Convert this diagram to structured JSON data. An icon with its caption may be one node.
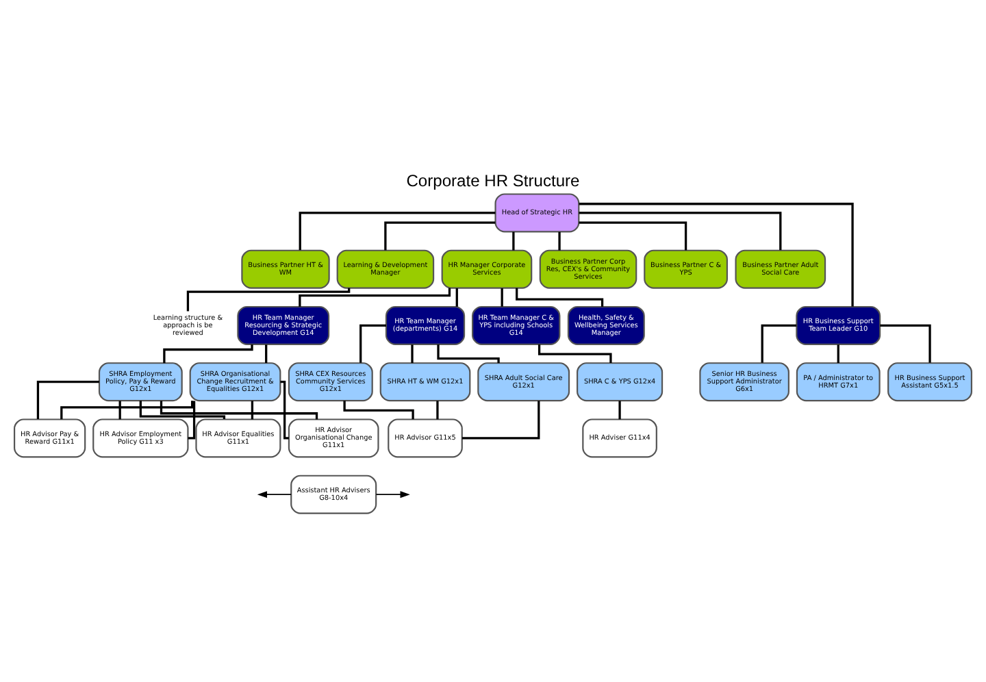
{
  "diagram": {
    "title": "Corporate HR Structure",
    "nodes": [
      {
        "text": [
          "Head of Strategic HR"
        ]
      },
      {
        "text": [
          "Learning & Development Manager"
        ]
      },
      {
        "text": [
          "HR Manager Corporate Services"
        ]
      },
      {
        "text": [
          "Business Partner Corp Res, CEX's & Community Services"
        ]
      },
      {
        "text": [
          "Business Partner HT & WM"
        ]
      },
      {
        "text": [
          "Business Partner C & YPS"
        ]
      },
      {
        "text": [
          "Business Partner Adult Social Care"
        ]
      },
      {
        "text": [
          "Learning structure & approach is be reviewed"
        ]
      },
      {
        "text": [
          "HR Team Manager Resourcing & Strategic Development G14"
        ]
      },
      {
        "text": [
          "HR Team Manager (departments) G14"
        ]
      },
      {
        "text": [
          "HR Team Manager C & YPS including Schools G14"
        ]
      },
      {
        "text": [
          "Health, Safety & Wellbeing Services Manager"
        ]
      },
      {
        "text": [
          "HR Business Support Team Leader G10"
        ]
      },
      {
        "text": [
          "SHRA Employment Policy, Pay & Reward G12x1"
        ]
      },
      {
        "text": [
          "SHRA Organisational Change Recruitment & Equalities G12x1"
        ]
      },
      {
        "text": [
          "SHRA CEX Resources Community Services G12x1"
        ]
      },
      {
        "text": [
          "SHRA HT & WM G12x1"
        ]
      },
      {
        "text": [
          "SHRA Adult Social Care G12x1"
        ]
      },
      {
        "text": [
          "SHRA C & YPS G12x4"
        ]
      },
      {
        "text": [
          "Senior HR Business Support Administrator G6x1"
        ]
      },
      {
        "text": [
          "PA / Administrator to HRMT G7x1"
        ]
      },
      {
        "text": [
          "HR Business Support Assistant G5x1.5"
        ]
      },
      {
        "text": [
          "HR Advisor Pay & Reward G11x1"
        ]
      },
      {
        "text": [
          "HR Advisor Employment Policy G11 x3"
        ]
      },
      {
        "text": [
          "HR Advisor Equalities G11x1"
        ]
      },
      {
        "text": [
          "HR Advisor Organisational Change G11x1"
        ]
      },
      {
        "text": [
          "HR Advisor G11x5"
        ]
      },
      {
        "text": [
          "HR Adviser G11x4"
        ]
      },
      {
        "text": [
          "Assistant HR Advisers G8-10x4"
        ]
      }
    ],
    "edges": [
      {
        "from": 0,
        "to": 1,
        "arrow": "none"
      },
      {
        "from": 0,
        "to": 2,
        "arrow": "none"
      },
      {
        "from": 0,
        "to": 3,
        "arrow": "none"
      },
      {
        "from": 0,
        "to": 4,
        "arrow": "none"
      },
      {
        "from": 0,
        "to": 5,
        "arrow": "none"
      },
      {
        "from": 0,
        "to": 6,
        "arrow": "none"
      },
      {
        "from": 0,
        "to": 12,
        "arrow": "none"
      },
      {
        "from": 1,
        "to": 7,
        "arrow": "none"
      },
      {
        "from": 2,
        "to": 8,
        "arrow": "none"
      },
      {
        "from": 2,
        "to": 9,
        "arrow": "none"
      },
      {
        "from": 2,
        "to": 10,
        "arrow": "none"
      },
      {
        "from": 2,
        "to": 11,
        "arrow": "none"
      },
      {
        "from": 8,
        "to": 13,
        "arrow": "none"
      },
      {
        "from": 8,
        "to": 14,
        "arrow": "none"
      },
      {
        "from": 9,
        "to": 15,
        "arrow": "none"
      },
      {
        "from": 9,
        "to": 16,
        "arrow": "none"
      },
      {
        "from": 9,
        "to": 17,
        "arrow": "none"
      },
      {
        "from": 10,
        "to": 18,
        "arrow": "none"
      },
      {
        "from": 12,
        "to": 19,
        "arrow": "none"
      },
      {
        "from": 12,
        "to": 20,
        "arrow": "none"
      },
      {
        "from": 12,
        "to": 21,
        "arrow": "none"
      },
      {
        "from": 13,
        "to": 22,
        "arrow": "none"
      },
      {
        "from": 13,
        "to": 23,
        "arrow": "none"
      },
      {
        "from": 13,
        "to": 24,
        "arrow": "none"
      },
      {
        "from": 13,
        "to": 25,
        "arrow": "none"
      },
      {
        "from": 14,
        "to": 22,
        "arrow": "none"
      },
      {
        "from": 14,
        "to": 23,
        "arrow": "none"
      },
      {
        "from": 14,
        "to": 24,
        "arrow": "none"
      },
      {
        "from": 14,
        "to": 25,
        "arrow": "none"
      },
      {
        "from": 15,
        "to": 26,
        "arrow": "none"
      },
      {
        "from": 16,
        "to": 26,
        "arrow": "none"
      },
      {
        "from": 17,
        "to": 26,
        "arrow": "none"
      },
      {
        "from": 18,
        "to": 27,
        "arrow": "none"
      },
      {
        "from": 28,
        "to": null,
        "arrow": "to"
      },
      {
        "from": 28,
        "to": null,
        "arrow": "to"
      }
    ]
  }
}
